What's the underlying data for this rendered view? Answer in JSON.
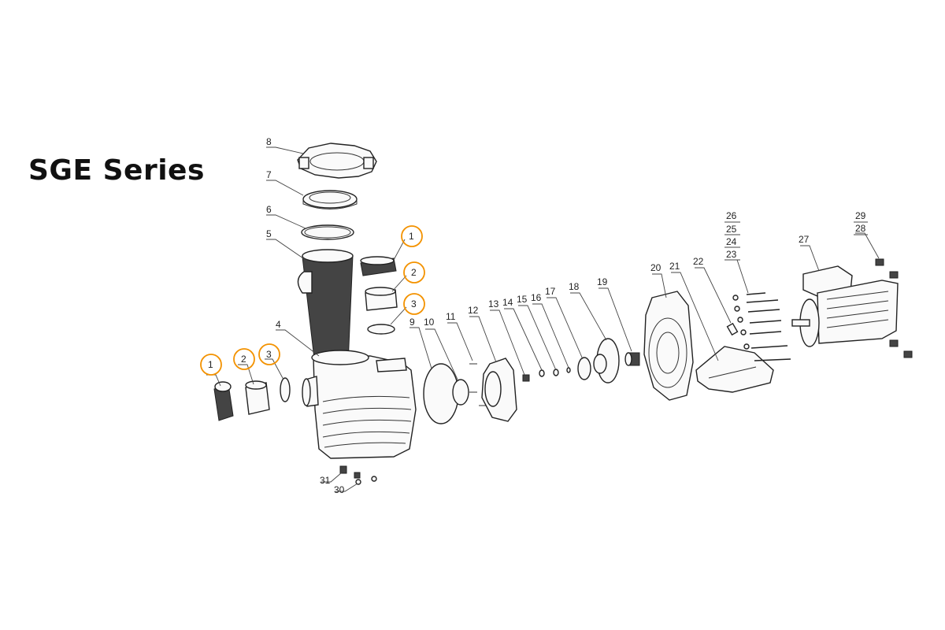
{
  "title": "SGE Series",
  "highlight_color": "#f39200",
  "labels": [
    {
      "id": "8",
      "text": "8"
    },
    {
      "id": "7",
      "text": "7"
    },
    {
      "id": "6",
      "text": "6"
    },
    {
      "id": "5",
      "text": "5"
    },
    {
      "id": "4",
      "text": "4"
    },
    {
      "id": "1a",
      "text": "1",
      "highlighted": true
    },
    {
      "id": "2a",
      "text": "2",
      "highlighted": true
    },
    {
      "id": "3a",
      "text": "3",
      "highlighted": true
    },
    {
      "id": "1b",
      "text": "1",
      "highlighted": true
    },
    {
      "id": "2b",
      "text": "2",
      "highlighted": true
    },
    {
      "id": "3b",
      "text": "3",
      "highlighted": true
    },
    {
      "id": "9",
      "text": "9"
    },
    {
      "id": "10",
      "text": "10"
    },
    {
      "id": "11",
      "text": "11"
    },
    {
      "id": "12",
      "text": "12"
    },
    {
      "id": "13",
      "text": "13"
    },
    {
      "id": "14",
      "text": "14"
    },
    {
      "id": "15",
      "text": "15"
    },
    {
      "id": "16",
      "text": "16"
    },
    {
      "id": "17",
      "text": "17"
    },
    {
      "id": "18",
      "text": "18"
    },
    {
      "id": "19",
      "text": "19"
    },
    {
      "id": "20",
      "text": "20"
    },
    {
      "id": "21",
      "text": "21"
    },
    {
      "id": "22",
      "text": "22"
    },
    {
      "id": "26",
      "text": "26"
    },
    {
      "id": "25",
      "text": "25"
    },
    {
      "id": "24",
      "text": "24"
    },
    {
      "id": "23",
      "text": "23"
    },
    {
      "id": "27",
      "text": "27"
    },
    {
      "id": "29",
      "text": "29"
    },
    {
      "id": "28",
      "text": "28"
    },
    {
      "id": "31",
      "text": "31"
    },
    {
      "id": "30",
      "text": "30"
    }
  ]
}
